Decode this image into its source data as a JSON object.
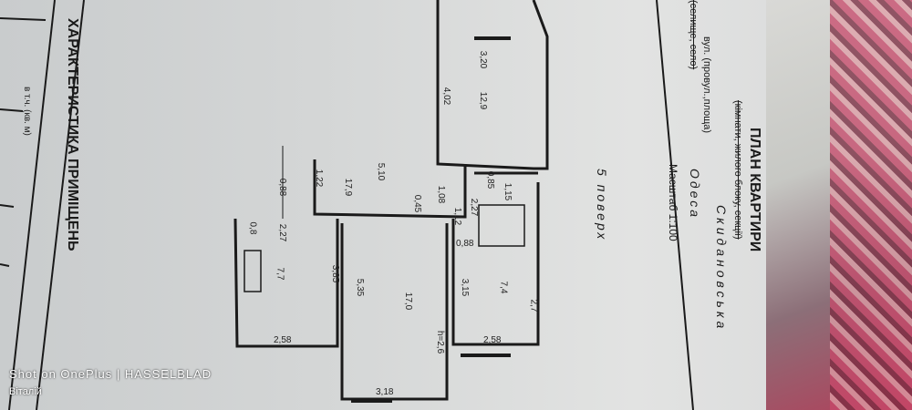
{
  "header": {
    "title": "ПЛАН КВАРТИРИ",
    "subtitle": "(кімнати, жилого блоку, секції)",
    "street_prefix": "вул. (провул.,площа)",
    "street": "Скидановська",
    "locality_label": "(селище, село)",
    "city": "Одеса",
    "scale": "Масштаб 1:100",
    "floor_note": "5 поверх"
  },
  "sidebar": {
    "title": "ХАРАКТЕРИСТИКА ПРИМІЩЕНЬ",
    "column_label": "в т.ч. (кв. м)"
  },
  "plan": {
    "dimensions": [
      "3,20",
      "4,02",
      "12,9",
      "5,10",
      "1,22",
      "17,9",
      "0,88",
      "1,08",
      "0,45",
      "1,12",
      "2,27",
      "0,85",
      "1,15",
      "2,27",
      "0,8",
      "7,7",
      "3,85",
      "2,58",
      "5,35",
      "17,0",
      "3,18",
      "h=2,6",
      "3,15",
      "7,4",
      "2,7",
      "2,58",
      "0,88"
    ]
  },
  "watermark": {
    "line1": "Shot on OnePlus | HASSELBLAD",
    "line2": "Віталій"
  },
  "colors": {
    "ink": "#1a1a1a",
    "paper": "#d4d6d6"
  }
}
